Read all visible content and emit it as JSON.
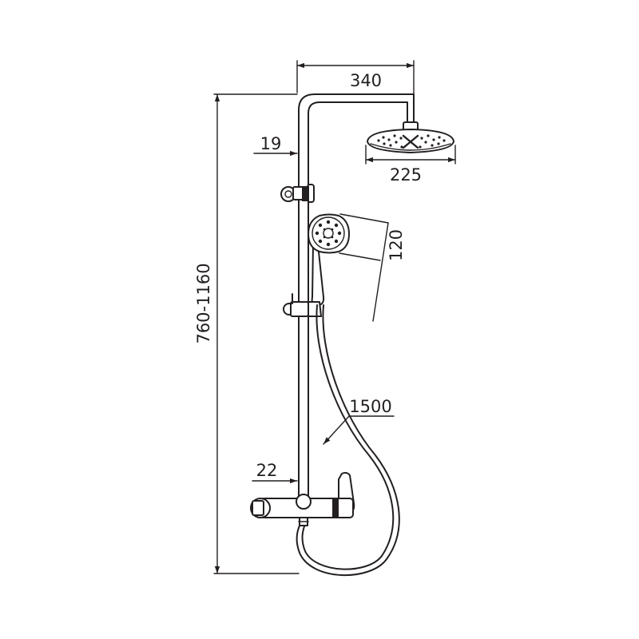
{
  "dimensions": {
    "head_arm_length": "340",
    "head_diameter": "225",
    "pipe_diameter": "19",
    "handshower_height": "120",
    "total_height": "760-1160",
    "hose_length": "1500",
    "mixer_offset": "22"
  },
  "colors": {
    "line": "#231f20",
    "background": "#ffffff"
  }
}
